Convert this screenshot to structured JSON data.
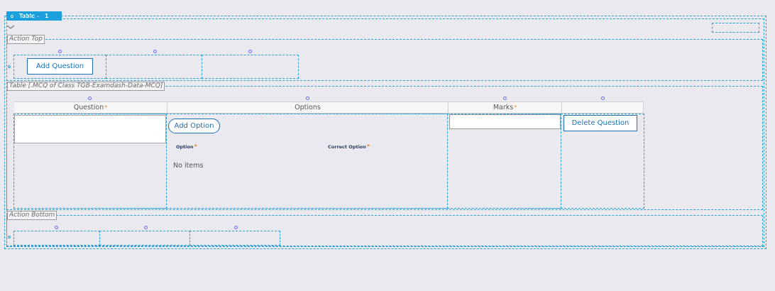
{
  "widget_tab": {
    "label": "Table -",
    "count": "1"
  },
  "sections": {
    "action_top": "Action Top",
    "table": "Table [.MCQ of Class TGB-Examdash-Data-MCQ]",
    "action_bottom": "Action Bottom"
  },
  "action_top": {
    "add_question_label": "Add Question"
  },
  "table": {
    "headers": {
      "question": "Question",
      "options": "Options",
      "marks": "Marks",
      "actions": ""
    },
    "add_option_label": "Add Option",
    "option_label": "Option",
    "correct_option_label": "Correct Option",
    "empty_text": "No items",
    "delete_question_label": "Delete Question"
  },
  "required_mark": "*",
  "colors": {
    "accent": "#2a9fd6",
    "button": "#1d6fb8",
    "required": "#e08a2a"
  }
}
